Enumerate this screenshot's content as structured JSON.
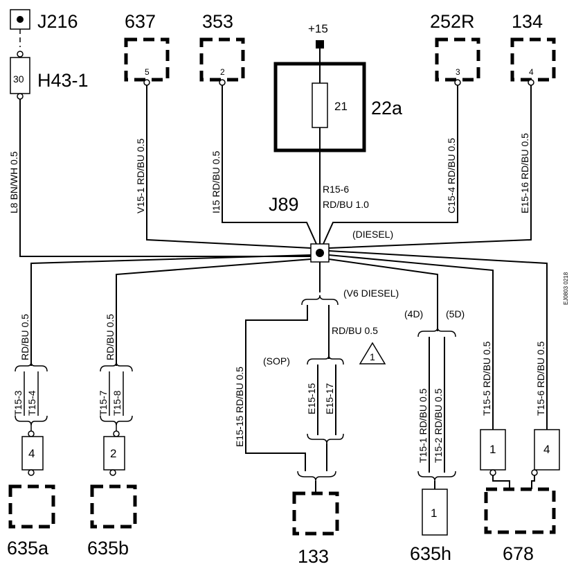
{
  "components": {
    "j216": "J216",
    "h43": {
      "label": "H43-1",
      "pin": "30"
    },
    "c637": {
      "label": "637",
      "pin": "5"
    },
    "c353": {
      "label": "353",
      "pin": "2"
    },
    "fuse": {
      "supply": "+15",
      "pin": "21",
      "label": "22a"
    },
    "c252r": {
      "label": "252R",
      "pin": "3"
    },
    "c134": {
      "label": "134",
      "pin": "4"
    },
    "j89": "J89",
    "c635a": {
      "label": "635a",
      "pin": "4"
    },
    "c635b": {
      "label": "635b",
      "pin": "2"
    },
    "c133": {
      "label": "133"
    },
    "c635h": {
      "label": "635h",
      "pin": "1"
    },
    "c678": {
      "label": "678",
      "pin_left": "1",
      "pin_right": "4"
    }
  },
  "wires": {
    "l8": "L8  BN/WH  0.5",
    "v15_1": "V15-1  RD/BU  0.5",
    "i15": "I15  RD/BU  0.5",
    "r15_6_id": "R15-6",
    "r15_6_spec": "RD/BU   1.0",
    "c15_4": "C15-4  RD/BU  0.5",
    "e15_16": "E15-16  RD/BU  0.5",
    "w635a": "RD/BU  0.5",
    "w635b": "RD/BU  0.5",
    "e15_15": "E15-15  RD/BU  0.5",
    "v6_wire": "RD/BU  0.5",
    "t15_1": "T15-1  RD/BU  0.5",
    "t15_2": "T15-2  RD/BU  0.5",
    "t15_5": "T15-5  RD/BU  0.5",
    "t15_6": "T15-6  RD/BU  0.5"
  },
  "splices": {
    "t15_3": "T15-3",
    "t15_4": "T15-4",
    "t15_7": "T15-7",
    "t15_8": "T15-8",
    "e15_15b": "E15-15",
    "e15_17": "E15-17"
  },
  "notes": {
    "diesel": "(DIESEL)",
    "v6_diesel": "(V6 DIESEL)",
    "sop": "(SOP)",
    "d4": "(4D)",
    "d5": "(5D)",
    "triangle_mark": "1",
    "figure_ref": "EJ0803 0218"
  }
}
